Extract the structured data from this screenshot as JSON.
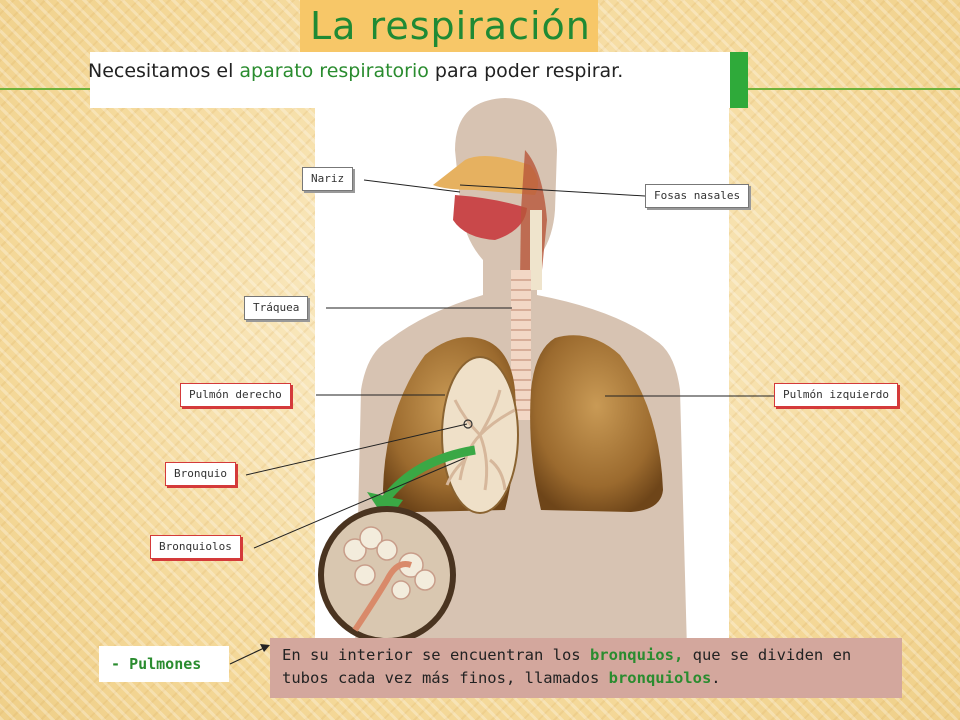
{
  "title": "La respiración",
  "subtitle": {
    "before": "Necesitamos el ",
    "highlight": "aparato respiratorio",
    "after": " para poder respirar."
  },
  "labels": {
    "nariz": "Nariz",
    "fosas_nasales": "Fosas nasales",
    "traquea": "Tráquea",
    "pulmon_derecho": "Pulmón derecho",
    "pulmon_izquierdo": "Pulmón izquierdo",
    "bronquio": "Bronquio",
    "bronquiolos": "Bronquiolos"
  },
  "pulmones": {
    "dash": "- ",
    "label": "Pulmones"
  },
  "description": {
    "part1": "En su interior se encuentran los ",
    "hl1": "bronquios,",
    "part2": "  que se dividen en tubos cada vez más finos, llamados ",
    "hl2": "bronquiolos",
    "part3": "."
  },
  "colors": {
    "accent_green": "#2a8c2f",
    "title_bg": "#f7c768",
    "description_bg": "#d3a79d",
    "label_border_red": "#d43a3a"
  }
}
